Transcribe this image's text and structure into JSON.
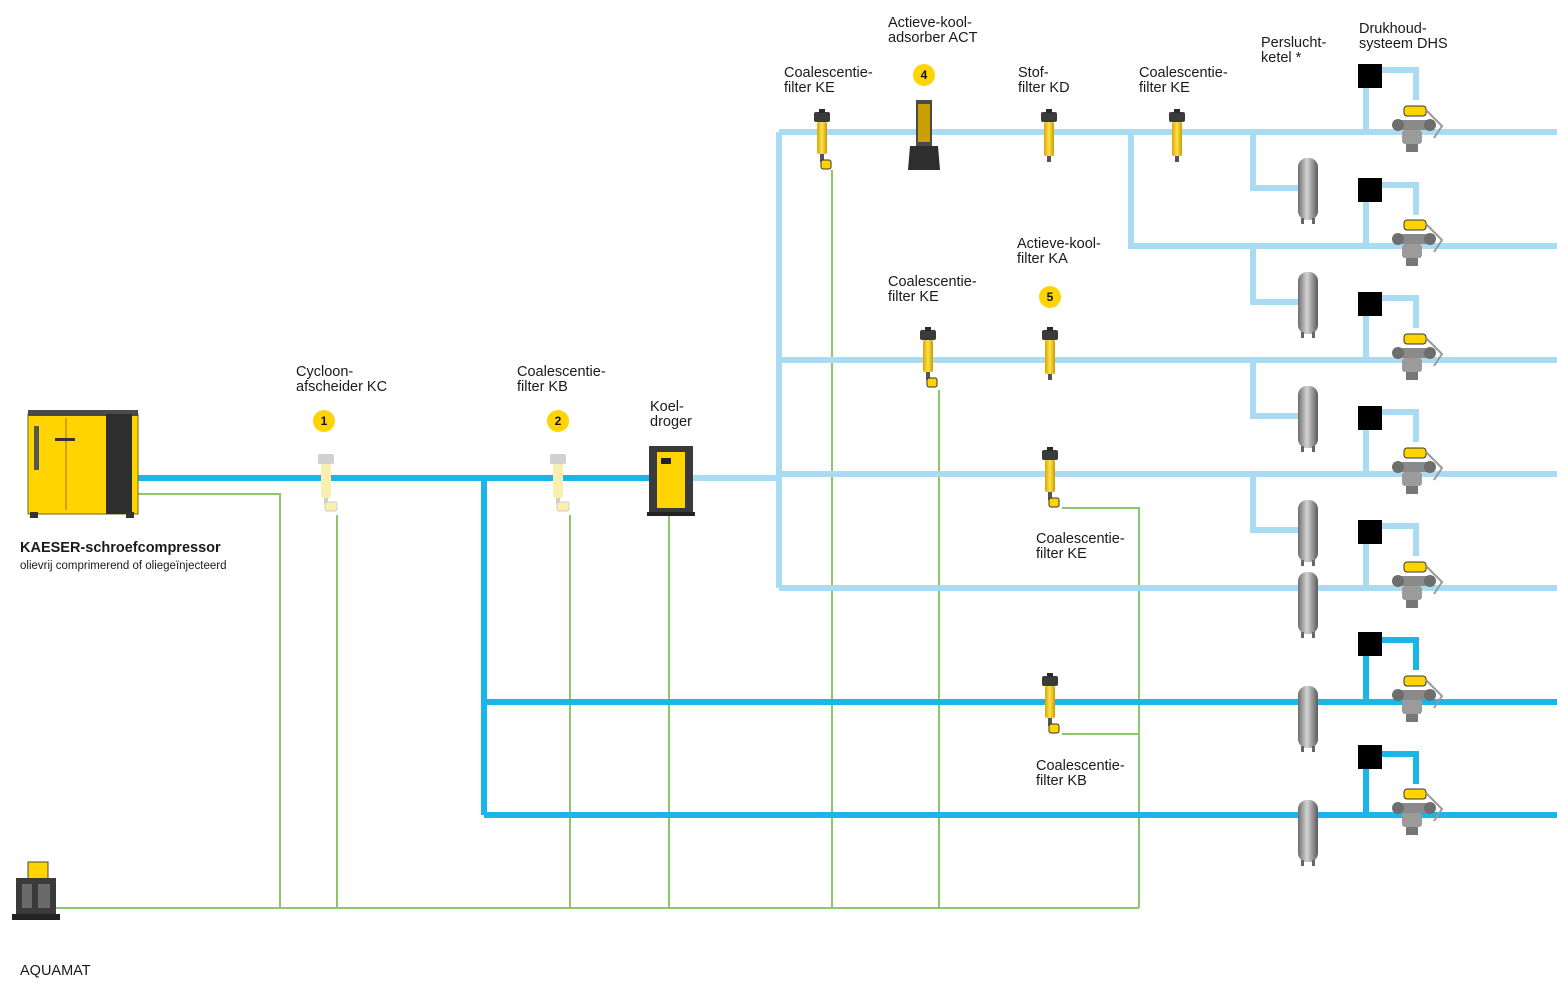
{
  "colors": {
    "main_pipe": "#1bb6e8",
    "branch_pipe": "#a9dcf3",
    "condensate_line": "#8cc86a",
    "kaeser_yellow": "#ffd400",
    "equipment_grey": "#555555"
  },
  "components": {
    "compressor": {
      "title": "KAESER-schroefcompressor",
      "subtitle": "olievrij comprimerend of oliegeïnjecteerd",
      "icon": "screw-compressor-icon"
    },
    "aquamat": {
      "label": "AQUAMAT",
      "icon": "condensate-treatment-icon"
    },
    "cyclone": {
      "label": "Cycloon-\nafscheider KC",
      "badge": "1"
    },
    "filter_kb_main": {
      "label": "Coalescentie-\nfilter KB",
      "badge": "2"
    },
    "refrigeration_dryer": {
      "label": "Koel-\ndroger"
    },
    "filter_ke_top_left": {
      "label": "Coalescentie-\nfilter KE"
    },
    "activated_carbon_adsorber": {
      "label": "Actieve-kool-\nadsorber ACT",
      "badge": "4"
    },
    "dust_filter": {
      "label": "Stof-\nfilter KD"
    },
    "filter_ke_top_right": {
      "label": "Coalescentie-\nfilter KE"
    },
    "air_receiver": {
      "label": "Perslucht-\nketel *"
    },
    "pressure_maintaining": {
      "label": "Drukhoud-\nsysteem DHS"
    },
    "filter_ke_mid": {
      "label": "Coalescentie-\nfilter KE"
    },
    "activated_carbon_filter": {
      "label": "Actieve-kool-\nfilter KA",
      "badge": "5"
    },
    "filter_ke_lower": {
      "label": "Coalescentie-\nfilter KE"
    },
    "filter_kb_lower": {
      "label": "Coalescentie-\nfilter KB"
    }
  }
}
